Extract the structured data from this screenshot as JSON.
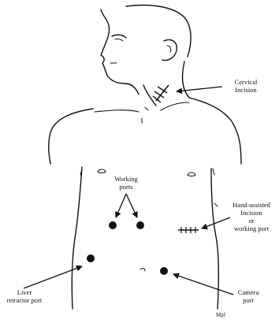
{
  "labels": {
    "cervical": [
      "Cervical",
      "Incision"
    ],
    "working": [
      "Working",
      "ports"
    ],
    "hand": [
      "Hand-assisted",
      "Incision",
      "or",
      "working port"
    ],
    "liver": [
      "Liver",
      "retractor port"
    ],
    "camera": [
      "Camera",
      "port"
    ],
    "signature": "Mpf"
  },
  "colors": {
    "ink": "#111111",
    "background": "#ffffff"
  }
}
